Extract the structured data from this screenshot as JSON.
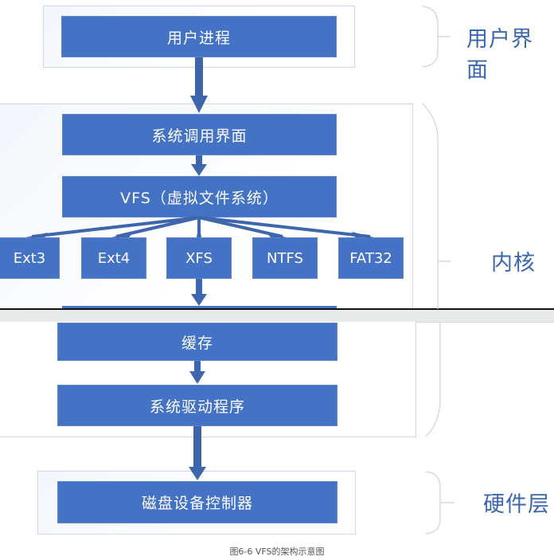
{
  "colors": {
    "box_fill": "#4472c4",
    "arrow": "#3d66ad",
    "label_text": "#3b67b0",
    "frame_border": "#cfd8e6"
  },
  "layers": {
    "user": {
      "label": "用户界面",
      "boxes": [
        "用户进程"
      ]
    },
    "kernel": {
      "label": "内核",
      "syscall": "系统调用界面",
      "vfs": "VFS（虚拟文件系统）",
      "filesystems": [
        "Ext3",
        "Ext4",
        "XFS",
        "NTFS",
        "FAT32"
      ],
      "cache": "缓存",
      "driver": "系统驱动程序"
    },
    "hardware": {
      "label": "硬件层",
      "boxes": [
        "磁盘设备控制器"
      ]
    }
  },
  "caption": "图6-6  VFS的架构示意图"
}
